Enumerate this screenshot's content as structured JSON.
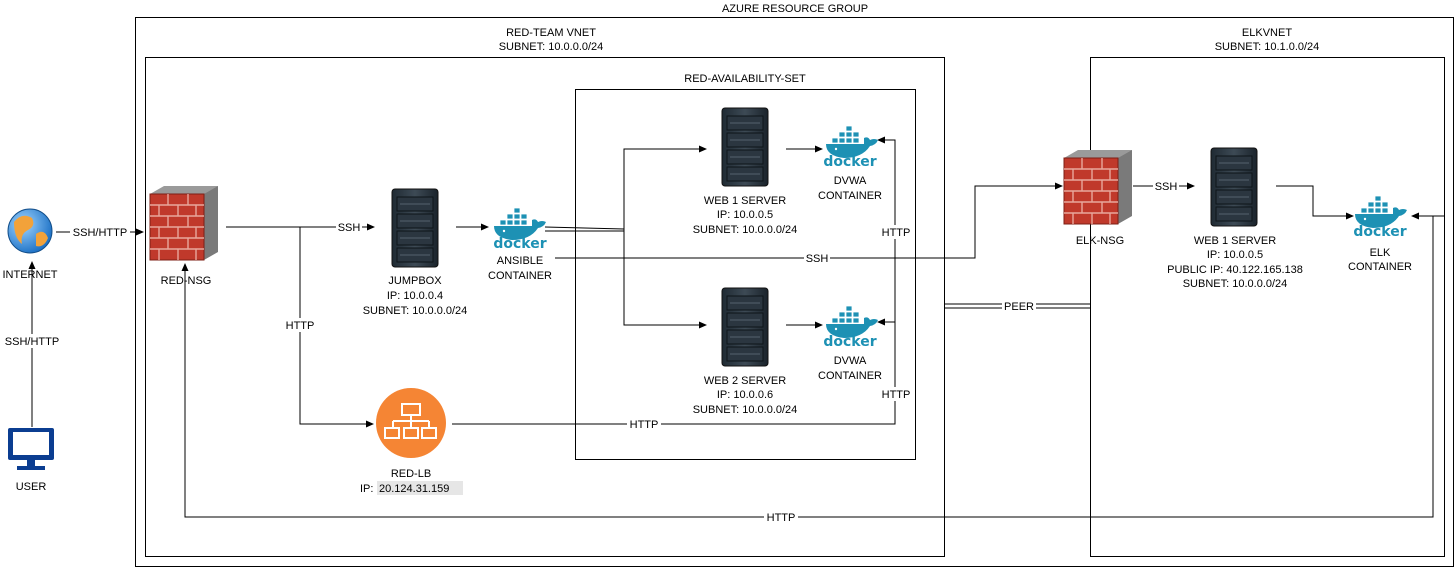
{
  "groups": {
    "resource_group": "AZURE RESOURCE GROUP",
    "red_vnet": {
      "title": "RED-TEAM VNET",
      "subnet": "SUBNET: 10.0.0.0/24"
    },
    "availability_set": "RED-AVAILABILITY-SET",
    "elk_vnet": {
      "title": "ELKVNET",
      "subnet": "SUBNET: 10.1.0.0/24"
    }
  },
  "nodes": {
    "internet": {
      "label": "INTERNET"
    },
    "user": {
      "label": "USER"
    },
    "red_nsg": {
      "label": "RED-NSG"
    },
    "jumpbox": {
      "name": "JUMPBOX",
      "ip": "IP: 10.0.0.4",
      "subnet": "SUBNET: 10.0.0.0/24"
    },
    "ansible": {
      "line1": "ANSIBLE",
      "line2": "CONTAINER"
    },
    "web1": {
      "name": "WEB 1 SERVER",
      "ip": "IP: 10.0.0.5",
      "subnet": "SUBNET: 10.0.0.0/24"
    },
    "web2": {
      "name": "WEB 2 SERVER",
      "ip": "IP: 10.0.0.6",
      "subnet": "SUBNET: 10.0.0.0/24"
    },
    "dvwa1": {
      "line1": "DVWA",
      "line2": "CONTAINER"
    },
    "dvwa2": {
      "line1": "DVWA",
      "line2": "CONTAINER"
    },
    "red_lb": {
      "name": "RED-LB",
      "ip_prefix": "IP: ",
      "ip": "20.124.31.159"
    },
    "elk_nsg": {
      "label": "ELK-NSG"
    },
    "elk_server": {
      "name": "WEB 1 SERVER",
      "ip": "IP: 10.0.0.5",
      "public_ip": "PUBLIC IP: 40.122.165.138",
      "subnet": "SUBNET: 10.0.0.0/24"
    },
    "elk": {
      "line1": "ELK",
      "line2": "CONTAINER"
    }
  },
  "edge_labels": {
    "user_internet": "SSH/HTTP",
    "internet_nsg": "SSH/HTTP",
    "nsg_jumpbox": "SSH",
    "nsg_lb": "HTTP",
    "ansible_elk": "SSH",
    "lb_web": "HTTP",
    "web1_http": "HTTP",
    "web2_http": "HTTP",
    "peer": "PEER",
    "elknsg_server": "SSH",
    "bottom_http": "HTTP"
  },
  "icons": {
    "docker_text": "docker",
    "docker_color": "#1d91b4",
    "firewall_color": "#c0392b",
    "lb_color": "#f58534",
    "user_color": "#0b3d91"
  }
}
